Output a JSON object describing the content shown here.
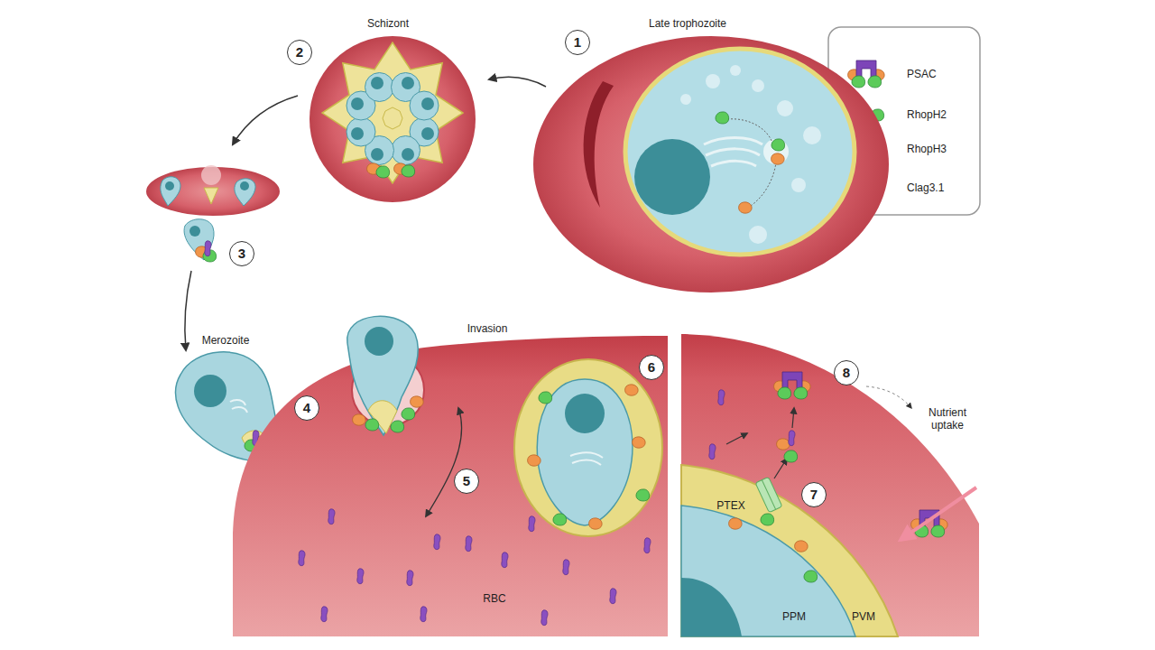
{
  "diagram": {
    "labels": [
      "Schizont",
      "Late trophozoite",
      "1",
      "2",
      "3",
      "Merozoite",
      "4",
      "Invasion",
      "5",
      "6",
      "RBC",
      "7",
      "8",
      "PTEX",
      "Nutrient uptake",
      "PPM",
      "PVM"
    ],
    "legend": [
      {
        "text": "PSAC"
      },
      {
        "text": "RhopH2"
      },
      {
        "text": "RhopH3"
      },
      {
        "text": "Clag3.1"
      }
    ]
  }
}
